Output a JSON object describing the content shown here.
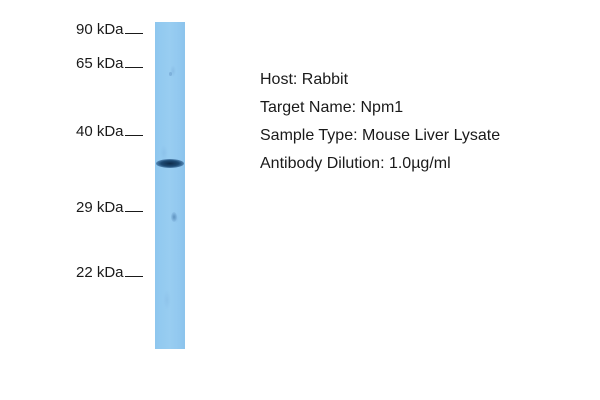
{
  "markers": [
    {
      "id": "90",
      "label": "90 kDa"
    },
    {
      "id": "65",
      "label": "65 kDa"
    },
    {
      "id": "40",
      "label": "40 kDa"
    },
    {
      "id": "29",
      "label": "29 kDa"
    },
    {
      "id": "22",
      "label": "22 kDa"
    }
  ],
  "info": {
    "host": "Host: Rabbit",
    "target": "Target Name: Npm1",
    "sample": "Sample Type: Mouse Liver Lysate",
    "dilution": "Antibody Dilution: 1.0µg/ml"
  },
  "colors": {
    "lane": "#93caf0",
    "band": "#1d4a73",
    "text": "#1a1a1a"
  }
}
